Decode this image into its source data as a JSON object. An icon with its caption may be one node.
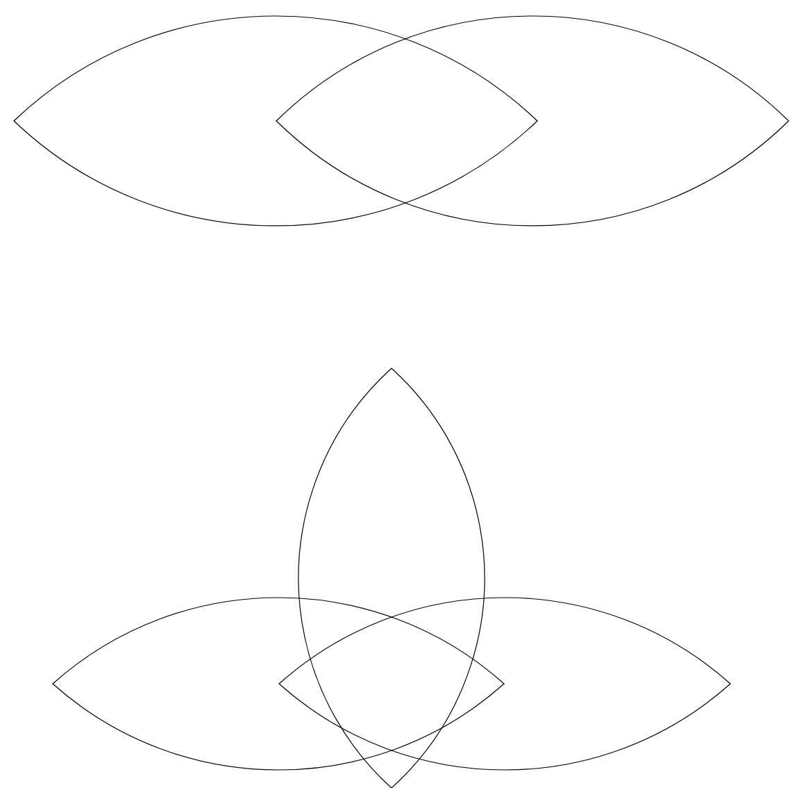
{
  "diagram": {
    "nodes": [
      {
        "text": [],
        "shape": "lens"
      },
      {
        "text": [],
        "shape": "lens"
      },
      {
        "text": [],
        "shape": "lens"
      },
      {
        "text": [],
        "shape": "lens"
      },
      {
        "text": [],
        "shape": "lens"
      }
    ]
  }
}
